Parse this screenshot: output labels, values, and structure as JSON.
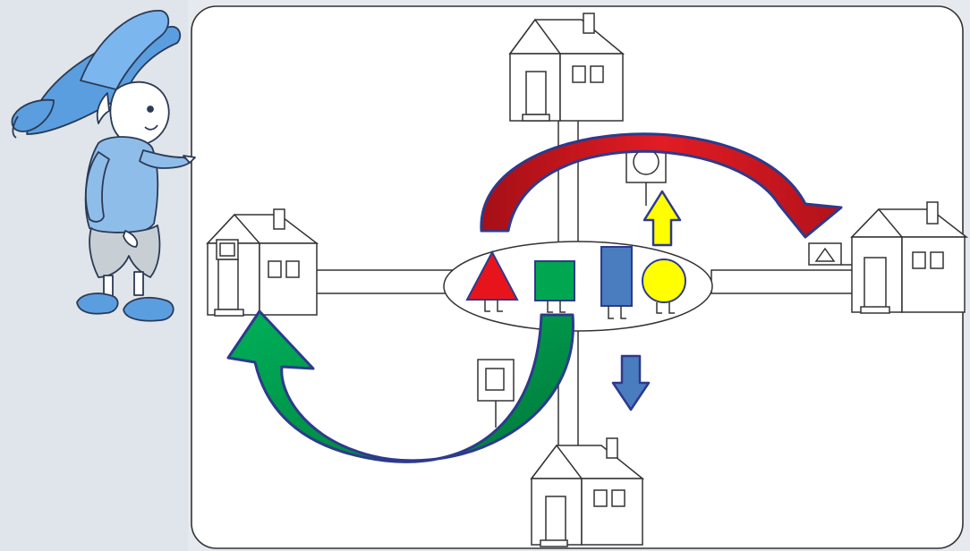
{
  "scene": {
    "houses": [
      {
        "id": "top-house",
        "position": "top"
      },
      {
        "id": "left-house",
        "position": "left"
      },
      {
        "id": "right-house",
        "position": "right"
      },
      {
        "id": "bottom-house",
        "position": "bottom"
      }
    ],
    "figures": [
      {
        "shape": "triangle",
        "color": "#e8141c"
      },
      {
        "shape": "square",
        "color": "#00a650"
      },
      {
        "shape": "rectangle",
        "color": "#4a7cc0"
      },
      {
        "shape": "circle",
        "color": "#ffff00"
      }
    ],
    "signs": [
      {
        "place": "top-road",
        "symbol": "circle"
      },
      {
        "place": "right-house",
        "symbol": "triangle"
      },
      {
        "place": "bottom-road",
        "symbol": "square"
      },
      {
        "place": "left-house-window",
        "symbol": "square"
      }
    ],
    "arrows": [
      {
        "from": "triangle",
        "to": "right-house",
        "color": "#c0151c"
      },
      {
        "from": "square",
        "to": "left-house",
        "color": "#00a650"
      },
      {
        "from": "circle",
        "direction": "up",
        "color": "#ffff00"
      },
      {
        "from": "rectangle",
        "direction": "down",
        "color": "#4a7cc0"
      }
    ],
    "character": "dunno-boy-pointing"
  }
}
